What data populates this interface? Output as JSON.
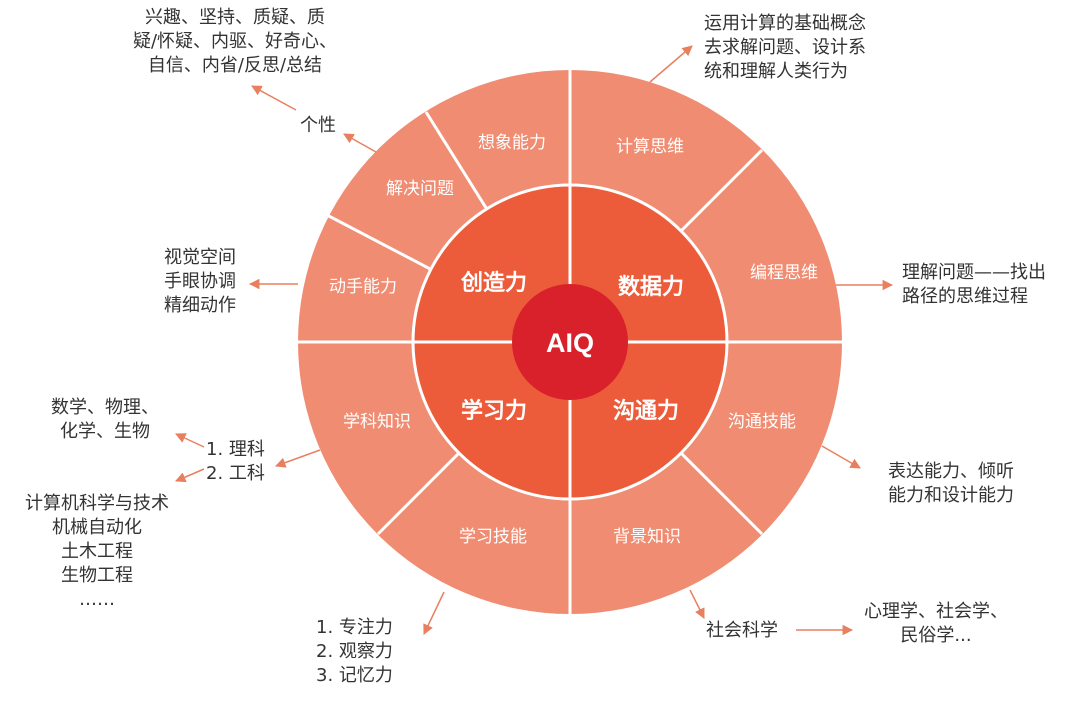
{
  "center": {
    "label": "AIQ"
  },
  "core": {
    "creativity": "创造力",
    "data": "数据力",
    "learning": "学习力",
    "communication": "沟通力"
  },
  "outer": {
    "imagination": "想象能力",
    "computational": "计算思维",
    "programming": "编程思维",
    "comm_skill": "沟通技能",
    "background": "背景知识",
    "learn_skill": "学习技能",
    "subject": "学科知识",
    "hands_on": "动手能力",
    "problem_solving": "解决问题"
  },
  "annotations": {
    "personality": "个性",
    "traits": [
      "兴趣、坚持、质疑、质",
      "疑/怀疑、内驱、好奇心、",
      "自信、内省/反思/总结"
    ],
    "computational_desc": [
      "运用计算的基础概念",
      "去求解问题、设计系",
      "统和理解人类行为"
    ],
    "programming_desc": [
      "理解问题——找出",
      "路径的思维过程"
    ],
    "visual": [
      "视觉空间",
      "手眼协调",
      "精细动作"
    ],
    "comm_desc": [
      "表达能力、倾听",
      "能力和设计能力"
    ],
    "subject_items": [
      "1.  理科",
      "2.  工科"
    ],
    "science": [
      "数学、物理、",
      "化学、生物"
    ],
    "engineering": [
      "计算机科学与技术",
      "机械自动化",
      "土木工程",
      "生物工程",
      "……"
    ],
    "learn_items": [
      "1.  专注力",
      "2.  观察力",
      "3.  记忆力"
    ],
    "social_science": "社会科学",
    "social_fields": [
      "心理学、社会学、",
      "民俗学..."
    ]
  },
  "colors": {
    "outer": "#ef8c72",
    "core": "#ec5b3a",
    "center": "#d9212b",
    "arrow": "#e8805f"
  }
}
